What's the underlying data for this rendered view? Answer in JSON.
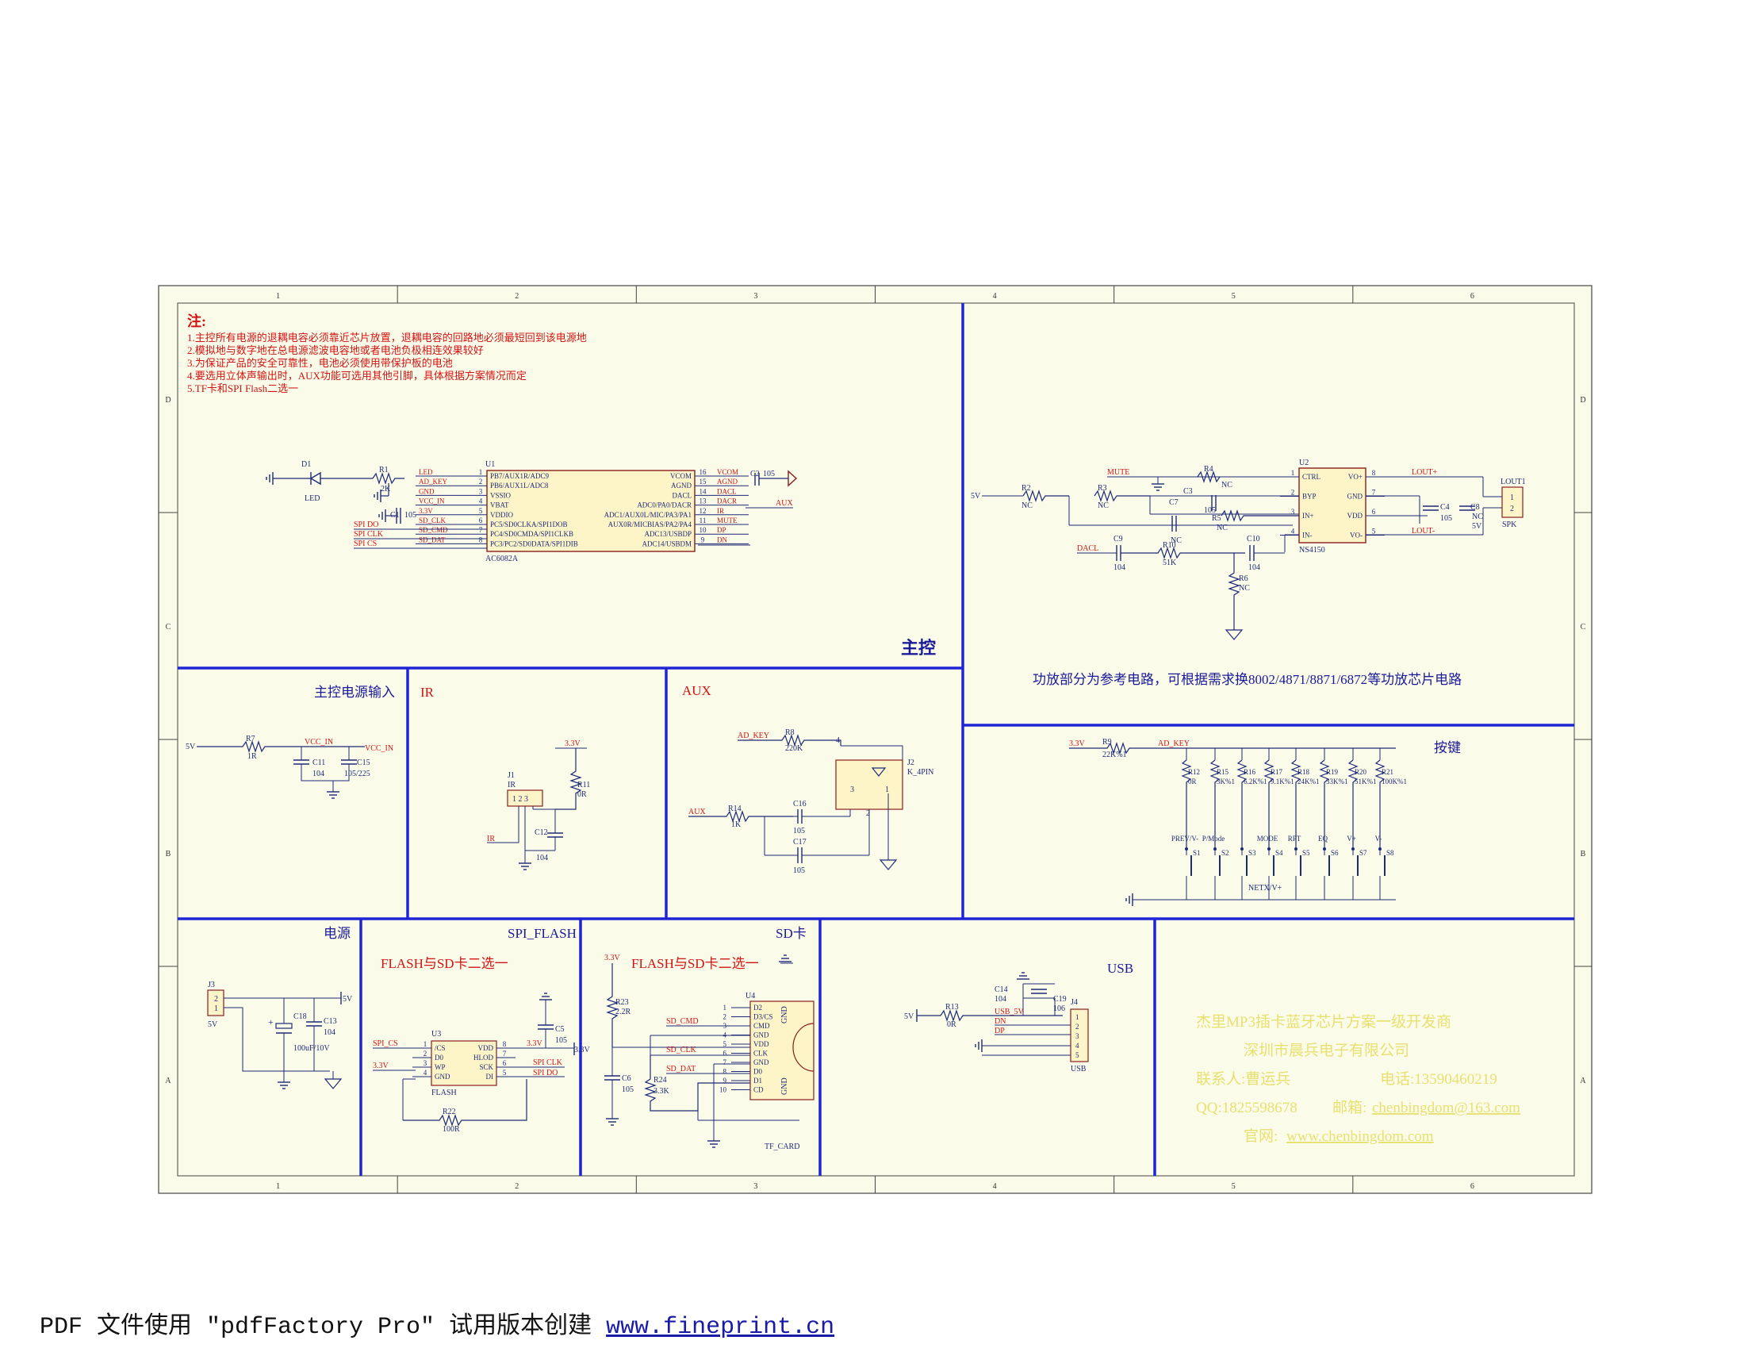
{
  "colors": {
    "border_blue": "#1f24d6",
    "sheet_bg": "#fbfbe9",
    "wire": "#1e2a78",
    "red_label": "#d21414",
    "yellow_text": "#e8e070",
    "title_blue": "#1a1a9a"
  },
  "frame": {
    "col_labels": [
      "1",
      "2",
      "3",
      "4",
      "5",
      "6"
    ],
    "row_labels": [
      "D",
      "C",
      "B",
      "A"
    ]
  },
  "notes": {
    "heading": "注:",
    "lines": [
      "1.主控所有电源的退耦电容必须靠近芯片放置，退耦电容的回路地必须最短回到该电源地",
      "2.模拟地与数字地在总电源滤波电容地或者电池负极相连效果较好",
      "3.为保证产品的安全可靠性，电池必须使用带保护板的电池",
      "4.要选用立体声输出时，AUX功能可选用其他引脚，具体根据方案情况而定",
      "5.TF卡和SPI Flash二选一"
    ]
  },
  "sections": {
    "main": "主控",
    "amp_note": "功放部分为参考电路，可根据需求换8002/4871/8871/6872等功放芯片电路",
    "power_in": "主控电源输入",
    "ir": "IR",
    "aux": "AUX",
    "keys": "按键",
    "power": "电源",
    "spi_flash": "SPI_FLASH",
    "sd": "SD卡",
    "flash_sd_1": "FLASH与SD卡二选一",
    "flash_sd_2": "FLASH与SD卡二选一",
    "usb": "USB"
  },
  "mcu": {
    "ref": "U1",
    "part": "AC6082A",
    "left_pins": [
      {
        "num": "1",
        "name": "PB7/AUX1R/ADC9",
        "net": "LED"
      },
      {
        "num": "2",
        "name": "PB6/AUX1L/ADC8",
        "net": "AD_KEY"
      },
      {
        "num": "3",
        "name": "VSSIO",
        "net": "GND"
      },
      {
        "num": "4",
        "name": "VBAT",
        "net": "VCC_IN"
      },
      {
        "num": "5",
        "name": "VDDIO",
        "net": "3.3V"
      },
      {
        "num": "6",
        "name": "PC5/SD0CLKA/SPI1DOB",
        "net": "SD_CLK"
      },
      {
        "num": "7",
        "name": "PC4/SD0CMDA/SPI1CLKB",
        "net": "SD_CMD"
      },
      {
        "num": "8",
        "name": "PC3/PC2/SD0DATA/SPI1DIB",
        "net": "SD_DAT"
      }
    ],
    "right_pins": [
      {
        "num": "16",
        "name": "VCOM",
        "net": "VCOM"
      },
      {
        "num": "15",
        "name": "AGND",
        "net": "AGND"
      },
      {
        "num": "14",
        "name": "DACL",
        "net": "DACL"
      },
      {
        "num": "13",
        "name": "ADC0/PA0/DACR",
        "net": "DACR"
      },
      {
        "num": "12",
        "name": "ADC1/AUX0L/MIC/PA3/PA1",
        "net": "IR"
      },
      {
        "num": "11",
        "name": "AUX0R/MICBIAS/PA2/PA4",
        "net": "MUTE"
      },
      {
        "num": "10",
        "name": "ADC13/USBDP",
        "net": "DP"
      },
      {
        "num": "9",
        "name": "ADC14/USBDM",
        "net": "DN"
      }
    ],
    "left_ext": [
      "SPI DO",
      "SPI CLK",
      "SPI CS"
    ],
    "d1": "D1",
    "d1_val": "LED",
    "r1": "R1",
    "r1_val": "2K",
    "c1": "C1",
    "c1_val": "105",
    "c2": "C2",
    "c2_val": "105",
    "aux_net": "AUX"
  },
  "amp": {
    "ref": "U2",
    "part": "NS4150",
    "left_pins": [
      {
        "num": "1",
        "name": "CTRL"
      },
      {
        "num": "2",
        "name": "BYP"
      },
      {
        "num": "3",
        "name": "IN+"
      },
      {
        "num": "4",
        "name": "IN-"
      }
    ],
    "right_pins": [
      {
        "num": "8",
        "name": "VO+"
      },
      {
        "num": "7",
        "name": "GND"
      },
      {
        "num": "6",
        "name": "VDD"
      },
      {
        "num": "5",
        "name": "VO-"
      }
    ],
    "labels": {
      "mute": "MUTE",
      "v5": "5V",
      "r2": "R2",
      "r2v": "NC",
      "r3": "R3",
      "r3v": "NC",
      "r4": "R4",
      "r4v": "NC",
      "c3": "C3",
      "c3v": "105",
      "r5": "R5",
      "r5v": "NC",
      "c7": "C7",
      "c7v": "NC",
      "dacl": "DACL",
      "c9": "C9",
      "c9v": "104",
      "r10": "R10",
      "r10v": "51K",
      "c10": "C10",
      "c10v": "104",
      "r6": "R6",
      "r6v": "NC",
      "lout_p": "LOUT+",
      "lout_n": "LOUT-",
      "c4": "C4",
      "c4v": "105",
      "c8": "C8",
      "c8v": "NC",
      "v5b": "5V",
      "lout1": "LOUT1",
      "spk": "SPK",
      "p1": "1",
      "p2": "2"
    }
  },
  "power_in": {
    "v5": "5V",
    "r7": "R7",
    "r7v": "1R",
    "vcc": "VCC_IN",
    "vcc2": "VCC_IN",
    "c11": "C11",
    "c11v": "104",
    "c15": "C15",
    "c15v": "105/225"
  },
  "ir": {
    "v33": "3.3V",
    "j1": "J1",
    "j1v": "IR",
    "pins": "1 2 3",
    "r11": "R11",
    "r11v": "0R",
    "c12": "C12",
    "c12v": "104",
    "ir": "IR"
  },
  "aux": {
    "adkey": "AD_KEY",
    "r8": "R8",
    "r8v": "220K",
    "j2": "J2",
    "j2v": "K_4PIN",
    "aux": "AUX",
    "r14": "R14",
    "r14v": "1K",
    "c16": "C16",
    "c16v": "105",
    "c17": "C17",
    "c17v": "105",
    "p4": "4",
    "p3": "3",
    "p2": "2",
    "p1": "1"
  },
  "keys": {
    "v33": "3.3V",
    "r9": "R9",
    "r9v": "22K%1",
    "adkey": "AD_KEY",
    "resistors": [
      {
        "ref": "R12",
        "val": "0R"
      },
      {
        "ref": "R15",
        "val": "3K%1"
      },
      {
        "ref": "R16",
        "val": "6.2K%1"
      },
      {
        "ref": "R17",
        "val": "9.1K%1"
      },
      {
        "ref": "R18",
        "val": "24K%1"
      },
      {
        "ref": "R19",
        "val": "33K%1"
      },
      {
        "ref": "R20",
        "val": "51K%1"
      },
      {
        "ref": "R21",
        "val": "100K%1"
      }
    ],
    "switches": [
      {
        "ref": "S1",
        "fn": "PREV/V-"
      },
      {
        "ref": "S2",
        "fn": "P/Mode"
      },
      {
        "ref": "S3",
        "fn": ""
      },
      {
        "ref": "S4",
        "fn": "MODE"
      },
      {
        "ref": "S5",
        "fn": "RPT"
      },
      {
        "ref": "S6",
        "fn": "EQ"
      },
      {
        "ref": "S7",
        "fn": "V+"
      },
      {
        "ref": "S8",
        "fn": "V-"
      }
    ],
    "next": "NETX/V+"
  },
  "power": {
    "j3": "J3",
    "j3v": "5V",
    "p2": "2",
    "p1": "1",
    "v5": "5V",
    "c18": "C18",
    "c18v": "100uF/10V",
    "c13": "C13",
    "c13v": "104"
  },
  "flash": {
    "u3": "U3",
    "part": "FLASH",
    "spi_cs": "SPI_CS",
    "v33": "3.3V",
    "v33b": "3.3V",
    "v33c": "3.3V",
    "left_pins": [
      {
        "num": "1",
        "name": "/CS"
      },
      {
        "num": "2",
        "name": "D0"
      },
      {
        "num": "3",
        "name": "WP"
      },
      {
        "num": "4",
        "name": "GND"
      }
    ],
    "right_pins": [
      {
        "num": "8",
        "name": "VDD"
      },
      {
        "num": "7",
        "name": "HLOD"
      },
      {
        "num": "6",
        "name": "SCK"
      },
      {
        "num": "5",
        "name": "DI"
      }
    ],
    "c5": "C5",
    "c5v": "105",
    "spi_clk": "SPI CLK",
    "spi_do": "SPI DO",
    "r22": "R22",
    "r22v": "100R"
  },
  "sd": {
    "v33": "3.3V",
    "r23": "R23",
    "r23v": "2.2R",
    "c6": "C6",
    "c6v": "105",
    "r24": "R24",
    "r24v": "3.3K",
    "cmd": "SD_CMD",
    "clk": "SD_CLK",
    "dat": "SD_DAT",
    "u4": "U4",
    "part": "TF_CARD",
    "pins": [
      {
        "num": "1",
        "name": "D2"
      },
      {
        "num": "2",
        "name": "D3/CS"
      },
      {
        "num": "3",
        "name": "CMD"
      },
      {
        "num": "4",
        "name": "GND"
      },
      {
        "num": "5",
        "name": "VDD"
      },
      {
        "num": "6",
        "name": "CLK"
      },
      {
        "num": "7",
        "name": "GND"
      },
      {
        "num": "8",
        "name": "D0"
      },
      {
        "num": "9",
        "name": "D1"
      },
      {
        "num": "10",
        "name": "CD"
      }
    ],
    "gnd_a": "GND",
    "gnd_b": "GND"
  },
  "usb": {
    "v5": "5V",
    "r13": "R13",
    "r13v": "0R",
    "c14": "C14",
    "c14v": "104",
    "c19": "C19",
    "c19v": "106",
    "usb5v": "USB_5V",
    "dn": "DN",
    "dp": "DP",
    "j4": "J4",
    "j4v": "USB",
    "pins": [
      "1",
      "2",
      "3",
      "4",
      "5"
    ]
  },
  "contact": {
    "line1": "杰里MP3插卡蓝牙芯片方案一级开发商",
    "line2": "深圳市晨兵电子有限公司",
    "line3a": "联系人:曹运兵",
    "line3b": "电话:13590460219",
    "line4a": "QQ:1825598678",
    "line4b": "邮箱:",
    "line4c": "chenbingdom@163.com",
    "line5a": "官网:",
    "line5b": "www.chenbingdom.com"
  },
  "footer": {
    "text": "PDF 文件使用 \"pdfFactory Pro\" 试用版本创建 ",
    "link": "www.fineprint.cn"
  }
}
